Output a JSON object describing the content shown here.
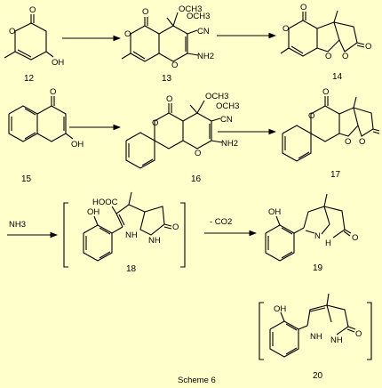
{
  "scheme": {
    "caption": "Scheme 6",
    "compounds": {
      "c12": "12",
      "c13": "13",
      "c14": "14",
      "c15": "15",
      "c16": "16",
      "c17": "17",
      "c18": "18",
      "c19": "19",
      "c20": "20"
    },
    "reagents": {
      "nh3": "NH3",
      "co2": "- CO2"
    },
    "atoms": {
      "o": "O",
      "oh": "OH",
      "nh2_13": "NH2",
      "nh2_16": "NH2",
      "cn": "CN",
      "och3_a": "OCH3",
      "och3_b": "OCH3",
      "och3_c": "OCH3",
      "och3_d": "OCH3",
      "hooc": "HOOC",
      "nh": "NH",
      "h": "H",
      "n": "N"
    }
  }
}
